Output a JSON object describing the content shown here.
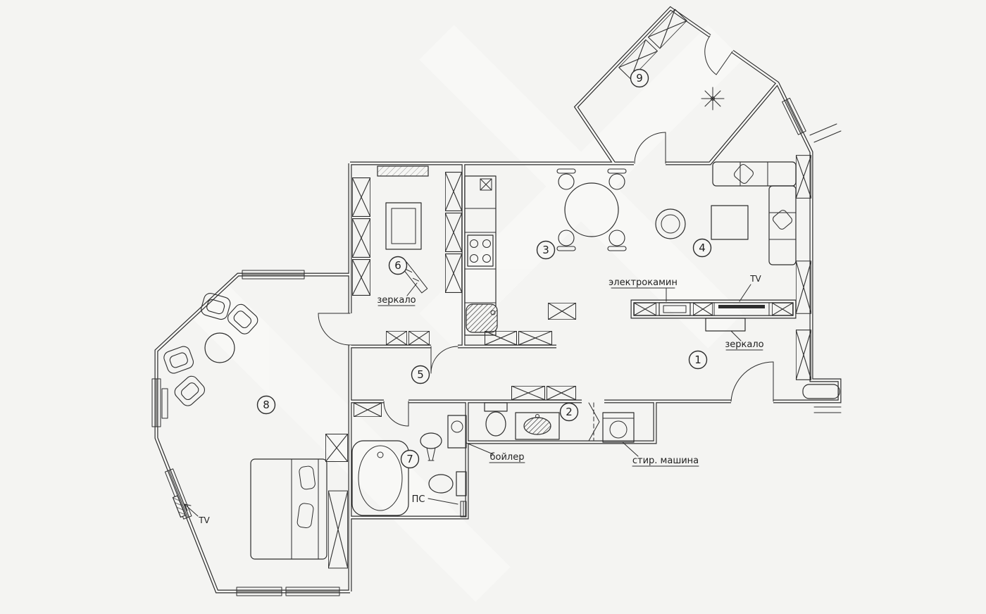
{
  "rooms": {
    "r1": "1",
    "r2": "2",
    "r3": "3",
    "r4": "4",
    "r5": "5",
    "r6": "6",
    "r7": "7",
    "r8": "8",
    "r9": "9"
  },
  "labels": {
    "mirror_closet": "зеркало",
    "fireplace": "электрокамин",
    "tv_living": "TV",
    "mirror_hall": "зеркало",
    "boiler": "бойлер",
    "washer": "стир. машина",
    "towel_rail": "ПС",
    "tv_bedroom": "TV"
  },
  "colors": {
    "ink": "#2d2d2d",
    "paper": "#f4f4f2"
  }
}
